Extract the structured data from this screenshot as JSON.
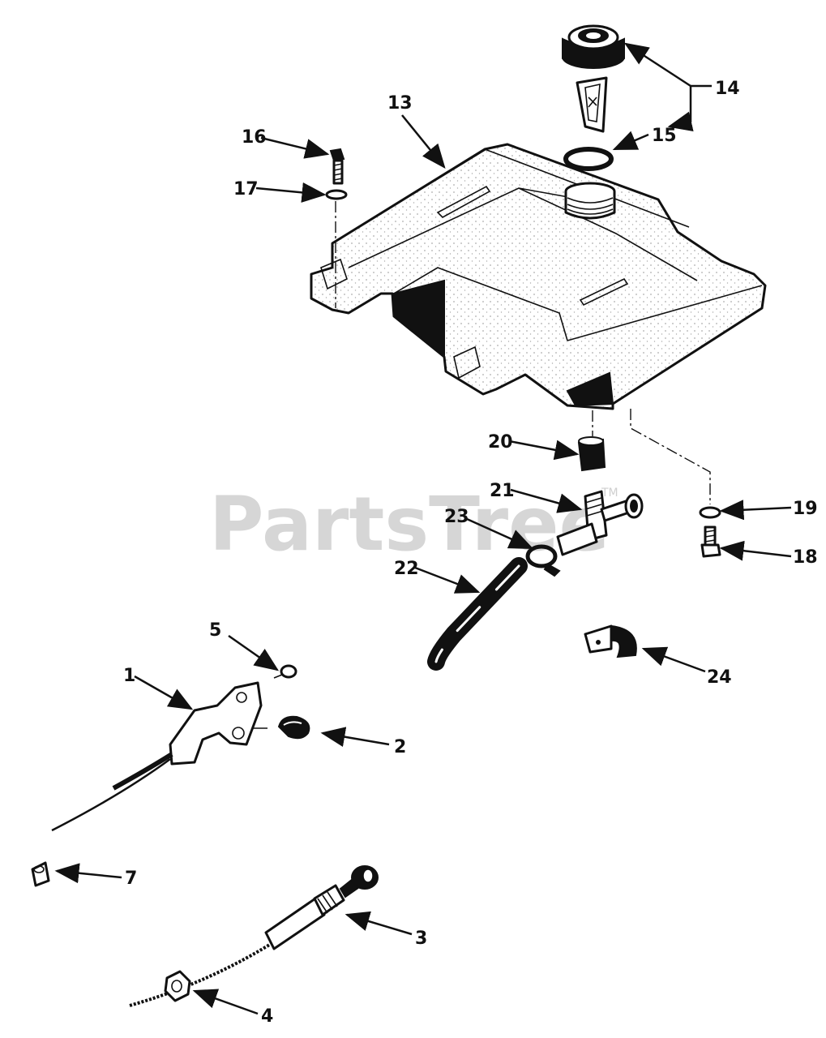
{
  "watermark": {
    "text": "PartsTree",
    "tm": "TM"
  },
  "callouts": [
    {
      "id": "13",
      "text": "13"
    },
    {
      "id": "14",
      "text": "14"
    },
    {
      "id": "15",
      "text": "15"
    },
    {
      "id": "16",
      "text": "16"
    },
    {
      "id": "17",
      "text": "17"
    },
    {
      "id": "18",
      "text": "18"
    },
    {
      "id": "19",
      "text": "19"
    },
    {
      "id": "20",
      "text": "20"
    },
    {
      "id": "21",
      "text": "21"
    },
    {
      "id": "22",
      "text": "22"
    },
    {
      "id": "23",
      "text": "23"
    },
    {
      "id": "24",
      "text": "24"
    },
    {
      "id": "1",
      "text": "1"
    },
    {
      "id": "2",
      "text": "2"
    },
    {
      "id": "3",
      "text": "3"
    },
    {
      "id": "4",
      "text": "4"
    },
    {
      "id": "5",
      "text": "5"
    },
    {
      "id": "7",
      "text": "7"
    }
  ],
  "colors": {
    "ink": "#111111",
    "watermark": "#cfcfcf",
    "background": "#ffffff"
  }
}
